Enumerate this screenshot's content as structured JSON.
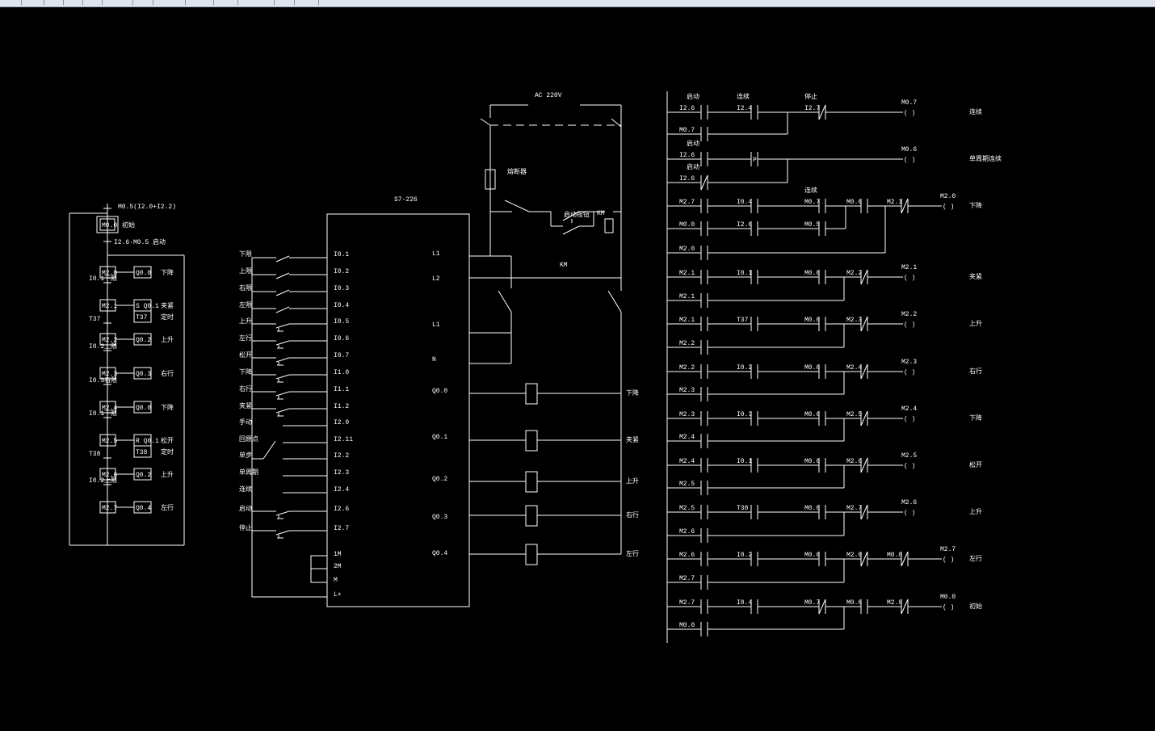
{
  "toolbar": {
    "buttons": [
      "new",
      "open",
      "zoom-window",
      "zoom-previous",
      "pan",
      "properties",
      "layer",
      "color",
      "help"
    ]
  },
  "colors": {
    "background": "#000000",
    "lines": "#ffffff",
    "toolbar": "#dfe3ee"
  },
  "sfc": {
    "top_condition": "M0.5(I2.0+I2.2)",
    "init_step": "M0.0",
    "init_label": "初始",
    "start_condition": "I2.6·M0.5 启动",
    "steps": [
      {
        "step": "M2.0",
        "actions": [
          "Q0.0"
        ],
        "labels": [
          "下降"
        ],
        "trans": "I0.1",
        "trans_label": "下限"
      },
      {
        "step": "M2.1",
        "actions": [
          "S Q0.1",
          "T37"
        ],
        "labels": [
          "夹紧",
          "定时"
        ],
        "trans": "T37",
        "trans_label": ""
      },
      {
        "step": "M2.2",
        "actions": [
          "Q0.2"
        ],
        "labels": [
          "上升"
        ],
        "trans": "I0.2",
        "trans_label": "上限"
      },
      {
        "step": "M2.3",
        "actions": [
          "Q0.3"
        ],
        "labels": [
          "右行"
        ],
        "trans": "I0.3",
        "trans_label": "右限"
      },
      {
        "step": "M2.4",
        "actions": [
          "Q0.0"
        ],
        "labels": [
          "下降"
        ],
        "trans": "I0.1",
        "trans_label": "下限"
      },
      {
        "step": "M2.5",
        "actions": [
          "R Q0.1",
          "T38"
        ],
        "labels": [
          "松开",
          "定时"
        ],
        "trans": "T38",
        "trans_label": ""
      },
      {
        "step": "M2.6",
        "actions": [
          "Q0.2"
        ],
        "labels": [
          "上升"
        ],
        "trans": "I0.2",
        "trans_label": "上限"
      },
      {
        "step": "M2.7",
        "actions": [
          "Q0.4"
        ],
        "labels": [
          "左行"
        ],
        "trans": "",
        "trans_label": ""
      }
    ]
  },
  "plc": {
    "model": "S7-226",
    "inputs": [
      {
        "label": "下限",
        "terminal": "I0.1",
        "type": "limit"
      },
      {
        "label": "上限",
        "terminal": "I0.2",
        "type": "limit"
      },
      {
        "label": "右限",
        "terminal": "I0.3",
        "type": "limit"
      },
      {
        "label": "左限",
        "terminal": "I0.4",
        "type": "limit"
      },
      {
        "label": "上升",
        "terminal": "I0.5",
        "type": "button"
      },
      {
        "label": "左行",
        "terminal": "I0.6",
        "type": "button"
      },
      {
        "label": "松开",
        "terminal": "I0.7",
        "type": "button"
      },
      {
        "label": "下降",
        "terminal": "I1.0",
        "type": "button"
      },
      {
        "label": "右行",
        "terminal": "I1.1",
        "type": "button"
      },
      {
        "label": "夹紧",
        "terminal": "I1.2",
        "type": "button"
      },
      {
        "label": "手动",
        "terminal": "I2.0",
        "type": "selector"
      },
      {
        "label": "回原点",
        "terminal": "I2.11",
        "type": "selector"
      },
      {
        "label": "单步",
        "terminal": "I2.2",
        "type": "selector"
      },
      {
        "label": "单周期",
        "terminal": "I2.3",
        "type": "selector"
      },
      {
        "label": "连续",
        "terminal": "I2.4",
        "type": "selector"
      },
      {
        "label": "启动",
        "terminal": "I2.6",
        "type": "button"
      },
      {
        "label": "停止",
        "terminal": "I2.7",
        "type": "button"
      }
    ],
    "common_terminals": [
      "1M",
      "2M",
      "M",
      "L+"
    ],
    "right_terminals": [
      "L1",
      "L2",
      "L1",
      "N",
      "Q0.0",
      "Q0.1",
      "Q0.2",
      "Q0.3",
      "Q0.4"
    ],
    "outputs": [
      "下降",
      "夹紧",
      "上升",
      "右行",
      "左行"
    ]
  },
  "power": {
    "supply": "AC 220V",
    "fuse_label": "熔断器",
    "button_label": "启动按钮",
    "contactor": "KM",
    "contactor_contact": "KM"
  },
  "ladder": {
    "rungs": [
      {
        "contacts": [
          {
            "l": "I2.6",
            "t": "NO",
            "top": "启动"
          },
          {
            "l": "I2.4",
            "t": "NO",
            "top": "连续"
          },
          {
            "l": "I2.7",
            "t": "NC",
            "top": "停止"
          }
        ],
        "coil": "M0.7",
        "branches": [
          [
            {
              "l": "M0.7",
              "t": "NO"
            }
          ]
        ],
        "side": "连续"
      },
      {
        "contacts": [
          {
            "l": "I2.6",
            "t": "NO",
            "top": "启动"
          },
          {
            "l": "",
            "t": "P"
          }
        ],
        "coil": "M0.6",
        "branches": [
          [
            {
              "l": "I2.6",
              "t": "NC",
              "top": "启动"
            }
          ]
        ],
        "side": "单周期连续"
      },
      {
        "contacts": [
          {
            "l": "M2.7",
            "t": "NO"
          },
          {
            "l": "I0.4",
            "t": "NO"
          },
          {
            "l": "M0.7",
            "t": "NO",
            "top": "连续"
          },
          {
            "l": "M0.6",
            "t": "NO"
          },
          {
            "l": "M2.1",
            "t": "NC"
          }
        ],
        "coil": "M2.0",
        "branches": [
          [
            {
              "l": "M0.0",
              "t": "NO"
            },
            {
              "l": "I2.6",
              "t": "NO"
            },
            {
              "l": "M0.5",
              "t": "NO"
            }
          ],
          [
            {
              "l": "M2.0",
              "t": "NO"
            }
          ]
        ],
        "side": "下降"
      },
      {
        "contacts": [
          {
            "l": "M2.1",
            "t": "NO"
          },
          {
            "l": "I0.1",
            "t": "NO"
          },
          {
            "l": "M0.6",
            "t": "NO"
          },
          {
            "l": "M2.2",
            "t": "NC"
          }
        ],
        "coil": "M2.1",
        "branches": [
          [
            {
              "l": "M2.1",
              "t": "NO"
            }
          ]
        ],
        "side": "夹紧"
      },
      {
        "contacts": [
          {
            "l": "M2.1",
            "t": "NO"
          },
          {
            "l": "T37",
            "t": "NO"
          },
          {
            "l": "M0.6",
            "t": "NO"
          },
          {
            "l": "M2.3",
            "t": "NC"
          }
        ],
        "coil": "M2.2",
        "branches": [
          [
            {
              "l": "M2.2",
              "t": "NO"
            }
          ]
        ],
        "side": "上升"
      },
      {
        "contacts": [
          {
            "l": "M2.2",
            "t": "NO"
          },
          {
            "l": "I0.2",
            "t": "NO"
          },
          {
            "l": "M0.6",
            "t": "NO"
          },
          {
            "l": "M2.4",
            "t": "NC"
          }
        ],
        "coil": "M2.3",
        "branches": [
          [
            {
              "l": "M2.3",
              "t": "NO"
            }
          ]
        ],
        "side": "右行"
      },
      {
        "contacts": [
          {
            "l": "M2.3",
            "t": "NO"
          },
          {
            "l": "I0.3",
            "t": "NO"
          },
          {
            "l": "M0.6",
            "t": "NO"
          },
          {
            "l": "M2.5",
            "t": "NC"
          }
        ],
        "coil": "M2.4",
        "branches": [
          [
            {
              "l": "M2.4",
              "t": "NO"
            }
          ]
        ],
        "side": "下降"
      },
      {
        "contacts": [
          {
            "l": "M2.4",
            "t": "NO"
          },
          {
            "l": "I0.1",
            "t": "NO"
          },
          {
            "l": "M0.6",
            "t": "NO"
          },
          {
            "l": "M2.6",
            "t": "NC"
          }
        ],
        "coil": "M2.5",
        "branches": [
          [
            {
              "l": "M2.5",
              "t": "NO"
            }
          ]
        ],
        "side": "松开"
      },
      {
        "contacts": [
          {
            "l": "M2.5",
            "t": "NO"
          },
          {
            "l": "T38",
            "t": "NO"
          },
          {
            "l": "M0.6",
            "t": "NO"
          },
          {
            "l": "M2.7",
            "t": "NC"
          }
        ],
        "coil": "M2.6",
        "branches": [
          [
            {
              "l": "M2.6",
              "t": "NO"
            }
          ]
        ],
        "side": "上升"
      },
      {
        "contacts": [
          {
            "l": "M2.6",
            "t": "NO"
          },
          {
            "l": "I0.2",
            "t": "NO"
          },
          {
            "l": "M0.6",
            "t": "NO"
          },
          {
            "l": "M2.0",
            "t": "NC"
          },
          {
            "l": "M0.0",
            "t": "NC"
          }
        ],
        "coil": "M2.7",
        "branches": [
          [
            {
              "l": "M2.7",
              "t": "NO"
            }
          ]
        ],
        "side": "左行"
      },
      {
        "contacts": [
          {
            "l": "M2.7",
            "t": "NO"
          },
          {
            "l": "I0.4",
            "t": "NO"
          },
          {
            "l": "M0.7",
            "t": "NC"
          },
          {
            "l": "M0.6",
            "t": "NO"
          },
          {
            "l": "M2.0",
            "t": "NC"
          }
        ],
        "coil": "M0.0",
        "branches": [
          [
            {
              "l": "M0.0",
              "t": "NO"
            }
          ]
        ],
        "side": "初始"
      }
    ]
  }
}
